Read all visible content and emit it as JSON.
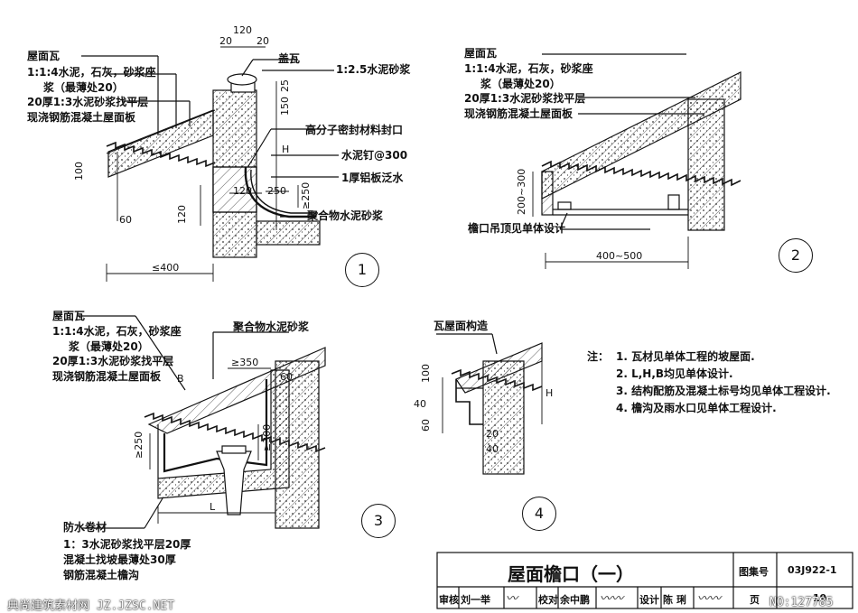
{
  "detail1": {
    "labels": {
      "roof_tile": "屋面瓦",
      "mortar_bed_1": "1:1:4水泥，石灰，砂浆座",
      "mortar_bed_2": "浆（最薄处20）",
      "leveling": "20厚1:3水泥砂浆找平层",
      "slab": "现浇钢筋混凝土屋面板",
      "cap_tile": "盖瓦",
      "mortar_25": "1:2.5水泥砂浆",
      "sealant": "高分子密封材料封口",
      "nail": "水泥钉@300",
      "flashing": "1厚铝板泛水",
      "polymer": "聚合物水泥砂浆"
    },
    "dims": {
      "d20a": "20",
      "d120": "120",
      "d20b": "20",
      "d25": "25",
      "d150": "150",
      "H": "H",
      "d120b": "120",
      "d250": "250",
      "ge250": "≥250",
      "d100": "100",
      "d60": "60",
      "d120c": "120",
      "le400": "≤400"
    },
    "number": "1"
  },
  "detail2": {
    "labels": {
      "roof_tile": "屋面瓦",
      "mortar_bed_1": "1:1:4水泥，石灰，砂浆座",
      "mortar_bed_2": "浆（最薄处20）",
      "leveling": "20厚1:3水泥砂浆找平层",
      "slab": "现浇钢筋混凝土屋面板",
      "ceiling": "檐口吊顶见单体设计"
    },
    "dims": {
      "d200_300": "200~300",
      "d400_500": "400~500"
    },
    "number": "2"
  },
  "detail3": {
    "labels": {
      "roof_tile": "屋面瓦",
      "mortar_bed_1": "1:1:4水泥，石灰，砂浆座",
      "mortar_bed_2": "浆（最薄处20）",
      "leveling": "20厚1:3水泥砂浆找平层",
      "slab": "现浇钢筋混凝土屋面板",
      "polymer": "聚合物水泥砂浆",
      "waterproof": "防水卷材",
      "mortar_20": "1：3水泥砂浆找平层20厚",
      "slope": "混凝土找坡最薄处30厚",
      "gutter": "钢筋混凝土檐沟"
    },
    "dims": {
      "ge350": "≥350",
      "d60": "60",
      "B": "B",
      "ge250": "≥250",
      "ge300": "≥300",
      "L": "L"
    },
    "number": "3"
  },
  "detail4": {
    "labels": {
      "construction": "瓦屋面构造"
    },
    "dims": {
      "d100": "100",
      "d40a": "40",
      "d60": "60",
      "d20": "20",
      "d40b": "40",
      "H": "H"
    },
    "number": "4"
  },
  "notes": {
    "prefix": "注：",
    "items": [
      "1.  瓦材见单体工程的坡屋面.",
      "2.  L,H,B均见单体设计.",
      "3.  结构配筋及混凝土标号均见单体工程设计.",
      "4.  檐沟及雨水口见单体工程设计."
    ]
  },
  "title_block": {
    "title": "屋面檐口（一）",
    "atlas_label": "图集号",
    "atlas_no": "03J922-1",
    "review_label": "审核",
    "review_name": "刘一举",
    "check_label": "校对",
    "check_name": "余中鹏",
    "design_label": "设计",
    "design_name": "陈 琍",
    "page_label": "页",
    "page_no": "19"
  },
  "watermark": {
    "left": "典尚建筑素材网 JZ.JZSC.NET",
    "right": "NO:127785"
  }
}
